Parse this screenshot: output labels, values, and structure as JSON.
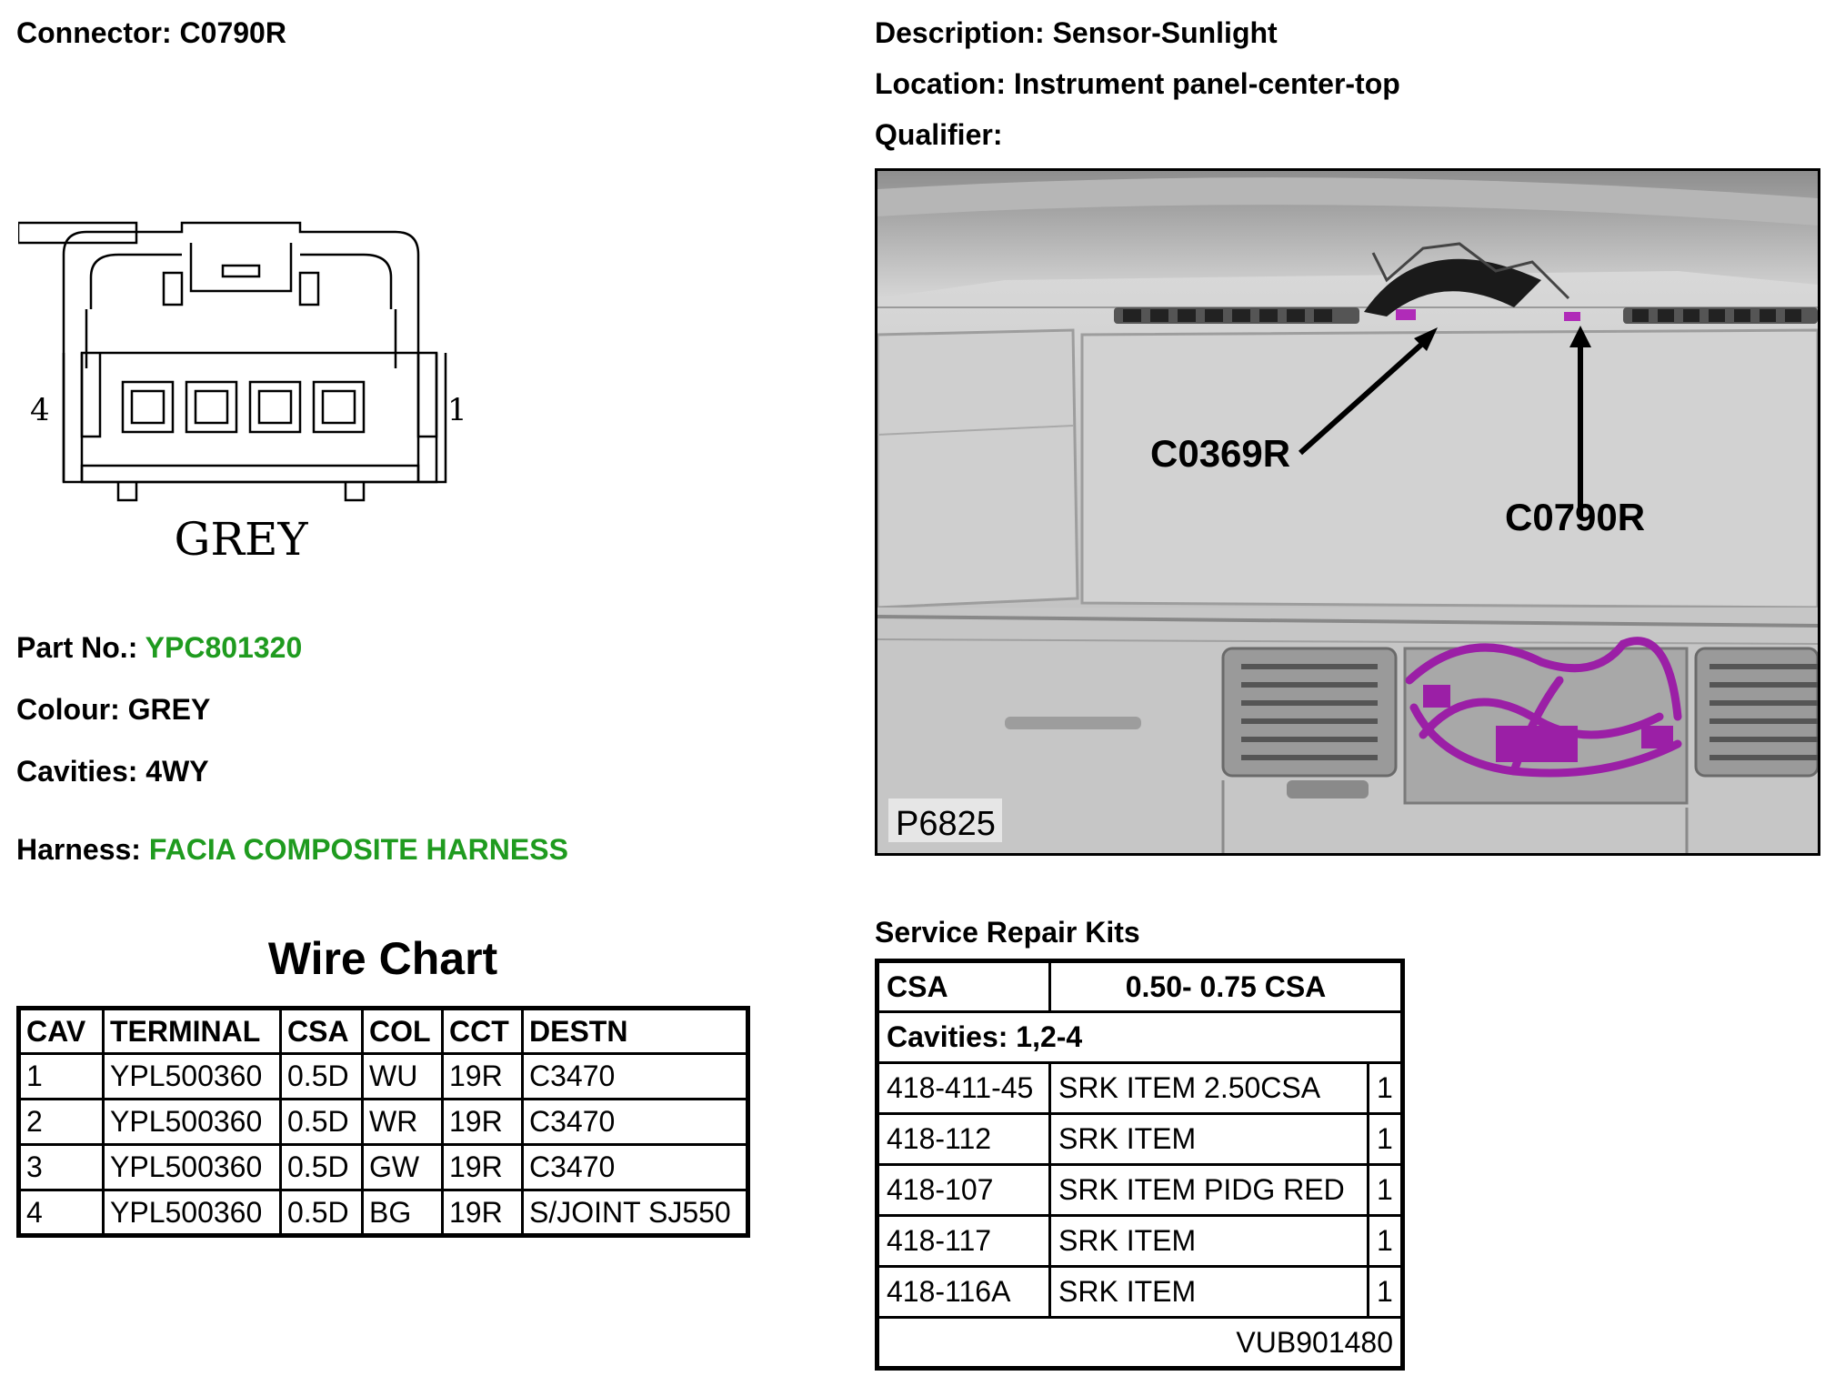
{
  "header": {
    "connector_label": "Connector:",
    "connector_value": "C0790R",
    "description_label": "Description:",
    "description_value": "Sensor-Sunlight",
    "location_label": "Location:",
    "location_value": "Instrument panel-center-top",
    "qualifier_label": "Qualifier:"
  },
  "connector_drawing": {
    "pin_left": "4",
    "pin_right": "1",
    "colour_caption": "GREY"
  },
  "details": {
    "part_label": "Part No.:",
    "part_value": "YPC801320",
    "colour_label": "Colour:",
    "colour_value": "GREY",
    "cavities_label": "Cavities:",
    "cavities_value": "4WY",
    "harness_label": "Harness:",
    "harness_value": "FACIA COMPOSITE HARNESS"
  },
  "photo": {
    "callout_1": "C0369R",
    "callout_2": "C0790R",
    "figure_id": "P6825",
    "harness_color": "#9b1fa6"
  },
  "wire_chart": {
    "title": "Wire Chart",
    "headers": [
      "CAV",
      "TERMINAL",
      "CSA",
      "COL",
      "CCT",
      "DESTN"
    ],
    "rows": [
      [
        "1",
        "YPL500360",
        "0.5D",
        "WU",
        "19R",
        "C3470"
      ],
      [
        "2",
        "YPL500360",
        "0.5D",
        "WR",
        "19R",
        "C3470"
      ],
      [
        "3",
        "YPL500360",
        "0.5D",
        "GW",
        "19R",
        "C3470"
      ],
      [
        "4",
        "YPL500360",
        "0.5D",
        "BG",
        "19R",
        "S/JOINT SJ550"
      ]
    ]
  },
  "service_kits": {
    "title": "Service Repair Kits",
    "csa_label": "CSA",
    "csa_value": "0.50- 0.75 CSA",
    "cavities": "Cavities: 1,2-4",
    "items": [
      [
        "418-411-45",
        "SRK ITEM 2.50CSA",
        "1"
      ],
      [
        "418-112",
        "SRK ITEM",
        "1"
      ],
      [
        "418-107",
        "SRK ITEM PIDG RED",
        "1"
      ],
      [
        "418-117",
        "SRK ITEM",
        "1"
      ],
      [
        "418-116A",
        "SRK ITEM",
        "1"
      ]
    ],
    "footer": "VUB901480"
  },
  "colors": {
    "link_green": "#1f9b1f"
  }
}
